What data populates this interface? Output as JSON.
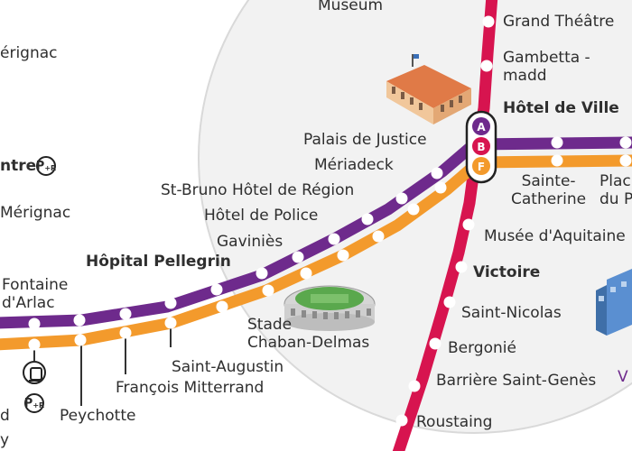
{
  "colors": {
    "line_a": "#d7144f",
    "line_b": "#6e2a8c",
    "line_c": "#f39a2c",
    "district_fill": "#f2f2f2",
    "district_stroke": "#d9d9d9",
    "background": "#ffffff"
  },
  "hub": {
    "badges": [
      "A",
      "B",
      "F"
    ]
  },
  "line_a": {
    "color_key": "line_a",
    "stops": [
      "Museum",
      "Grand Théâtre",
      "Gambetta - madd",
      "Hôtel de Ville",
      "Musée d'Aquitaine",
      "Victoire",
      "Saint-Nicolas",
      "Bergonié",
      "Barrière Saint-Genès",
      "Roustaing"
    ]
  },
  "line_b": {
    "color_key": "line_b",
    "stops": [
      "Fontaine d'Arlac",
      "Hôpital Pellegrin",
      "Gaviniès",
      "Hôtel de Police",
      "St-Bruno Hôtel de Région",
      "Mériadeck",
      "Palais de Justice"
    ]
  },
  "line_c": {
    "color_key": "line_c",
    "stops": [
      "Peychotte",
      "François Mitterrand",
      "Saint-Augustin",
      "Stade Chaban-Delmas"
    ]
  },
  "east": {
    "stops": [
      "Sainte-Catherine",
      "Place du Palais"
    ]
  },
  "partial": {
    "merignac_top": "érignac",
    "merignac_mid": "Mérignac",
    "centre": "ntre",
    "bottom_d": "d",
    "bottom_y": "y",
    "right_v": "V"
  },
  "labels": {
    "museum": "Museum",
    "grand_theatre": "Grand Théâtre",
    "gambetta": "Gambetta -\nmadd",
    "hotel_de_ville": "Hôtel de Ville",
    "palais_justice": "Palais de Justice",
    "meriadeck": "Mériadeck",
    "st_bruno": "St-Bruno Hôtel de Région",
    "hotel_police": "Hôtel de Police",
    "gavinies": "Gaviniès",
    "hopital": "Hôpital Pellegrin",
    "fontaine": "Fontaine\nd'Arlac",
    "stade": "Stade\nChaban-Delmas",
    "saint_augustin": "Saint-Augustin",
    "francois": "François Mitterrand",
    "peychotte": "Peychotte",
    "musee_aquitaine": "Musée d'Aquitaine",
    "victoire": "Victoire",
    "saint_nicolas": "Saint-Nicolas",
    "bergonie": "Bergonié",
    "barriere": "Barrière Saint-Genès",
    "roustaing": "Roustaing",
    "sainte_catherine": "Sainte-\nCatherine",
    "place": "Plac\ndu P"
  },
  "icons": {
    "park_ride": "P+R",
    "park_ride_letter": "P",
    "park_ride_sub": "+R",
    "tram": "tram-icon"
  }
}
